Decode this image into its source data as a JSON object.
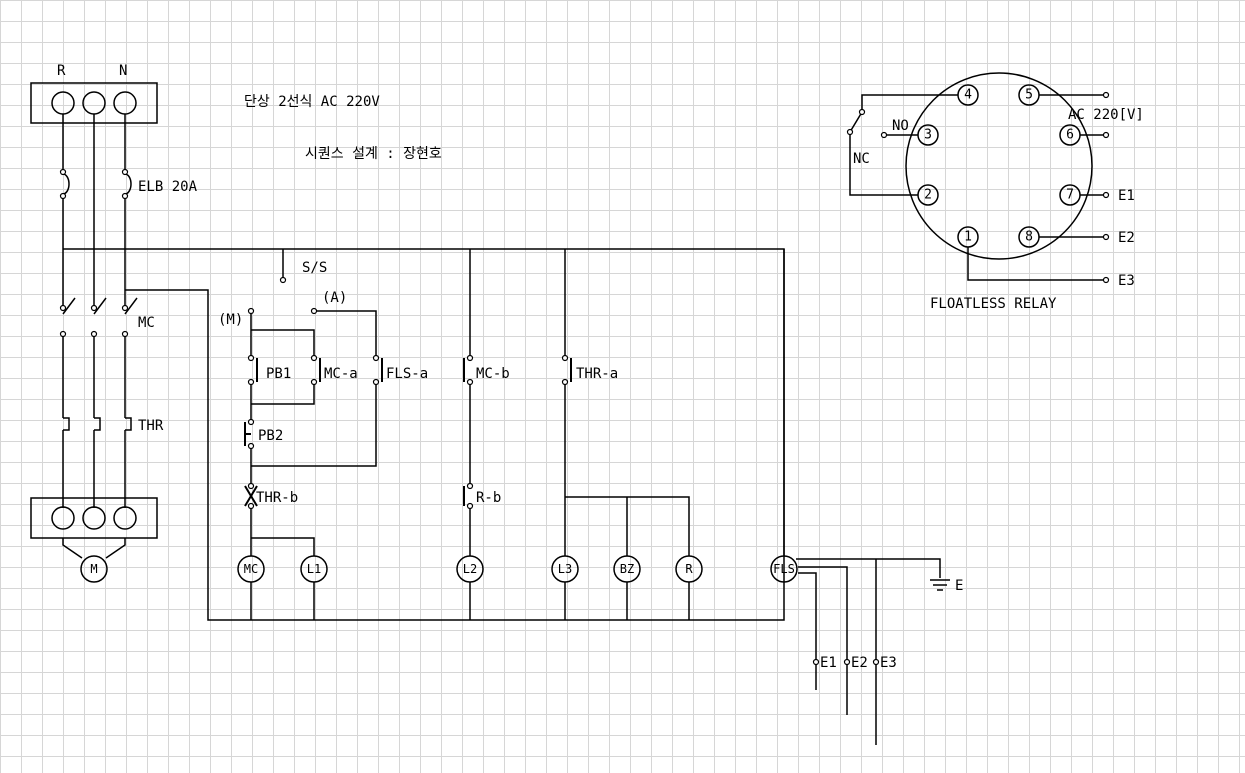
{
  "title": "단상 2선식 AC 220V",
  "designer": "시퀀스 설계 : 장현호",
  "terminals": {
    "r": "R",
    "n": "N"
  },
  "breaker_label": "ELB 20A",
  "ss_label": "S/S",
  "labels": {
    "m_mark": "(M)",
    "a_mark": "(A)",
    "mc_main": "MC",
    "thr_main": "THR",
    "pb1": "PB1",
    "mc_a": "MC-a",
    "fls_a": "FLS-a",
    "pb2": "PB2",
    "thr_b": "THR-b",
    "mc_b": "MC-b",
    "r_b": "R-b",
    "thr_a": "THR-a"
  },
  "motor": "M",
  "coils": {
    "mc": "MC",
    "l1": "L1",
    "l2": "L2",
    "l3": "L3",
    "bz": "BZ",
    "r": "R",
    "fls": "FLS"
  },
  "ground_label": "E",
  "electrodes": {
    "e1": "E1",
    "e2": "E2",
    "e3": "E3"
  },
  "relay": {
    "title": "FLOATLESS RELAY",
    "supply": "AC 220[V]",
    "no": "NO",
    "nc": "NC",
    "pins": [
      "1",
      "2",
      "3",
      "4",
      "5",
      "6",
      "7",
      "8"
    ],
    "e1": "E1",
    "e2": "E2",
    "e3": "E3"
  }
}
